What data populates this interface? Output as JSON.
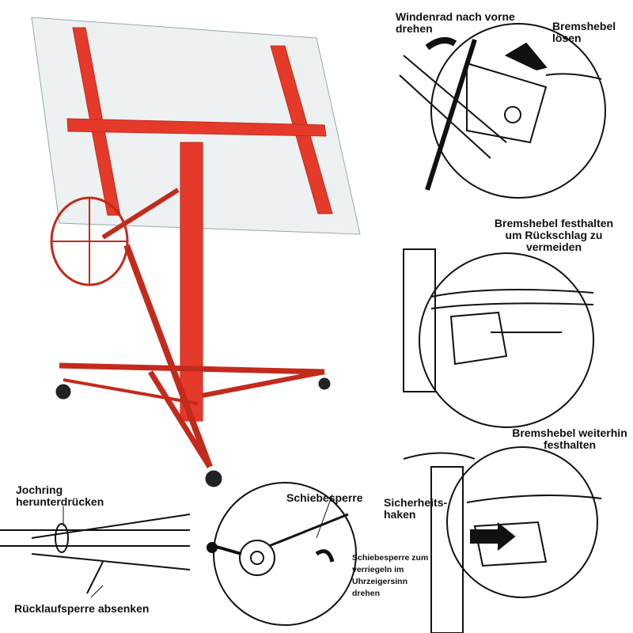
{
  "colors": {
    "lift_red": "#e53a2a",
    "panel": "#c9d3d6",
    "line_art": "#111111"
  },
  "labels": {
    "step1_wheel": "Windenrad nach vorne drehen",
    "step1_brake": "Bremshebel lösen",
    "step2_brake": "Bremshebel festhalten um Rückschlag zu vermeiden",
    "step3_brake": "Bremshebel weiterhin festhalten",
    "step3_hook": "Sicherheits-haken",
    "yoke_ring": "Jochring herunterdrücken",
    "ratchet": "Rücklaufsperre absenken",
    "slide_lock": "Schiebesperre",
    "slide_lock_note": "Schiebesperre zum verriegeln im Uhrzeigersinn drehen"
  }
}
